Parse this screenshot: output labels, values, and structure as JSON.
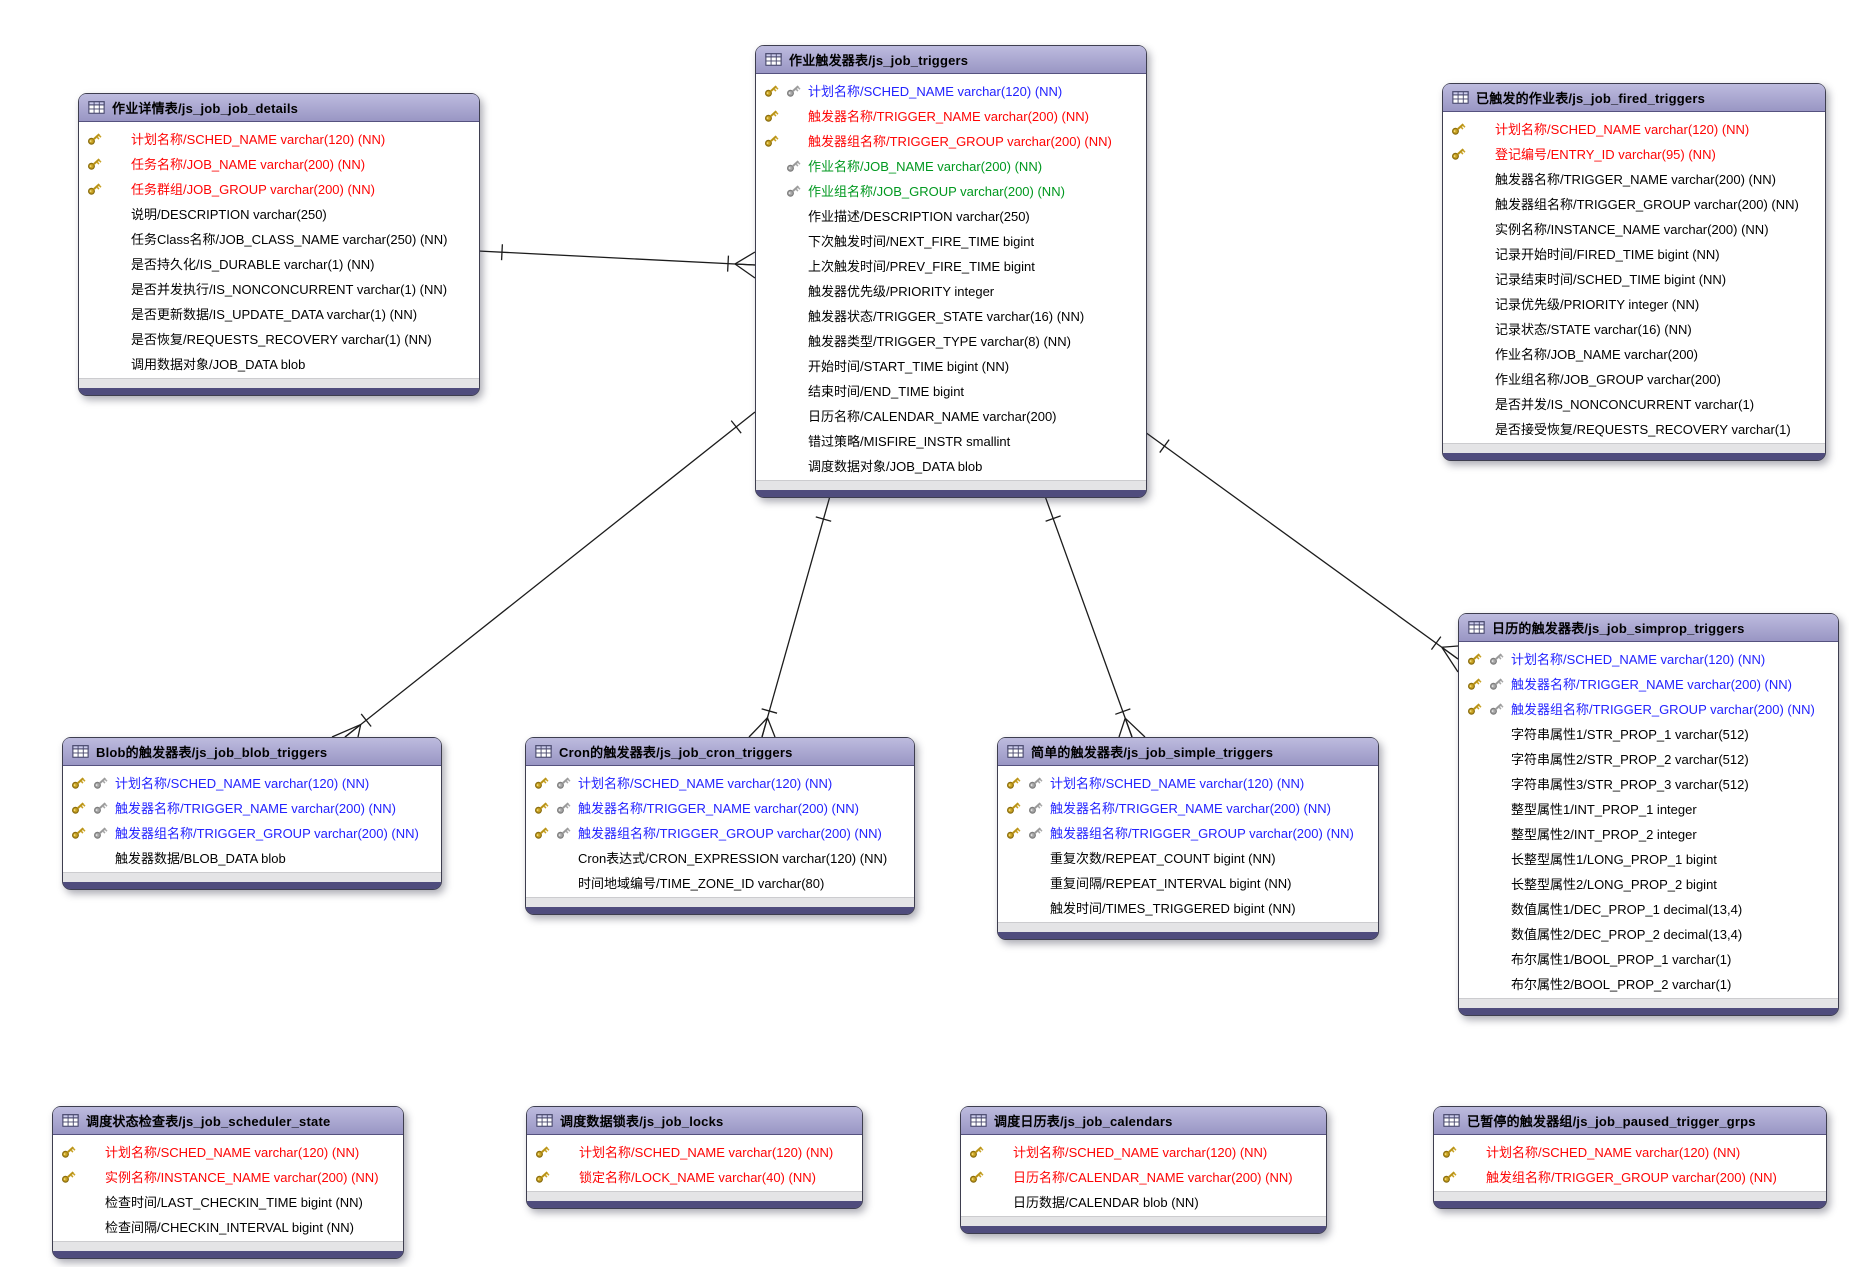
{
  "diagram": {
    "palette": {
      "header_fill_top": "#bdbbde",
      "header_fill_bottom": "#9996c4",
      "table_border": "#3e3e4f",
      "footer_bar": "#4f4c7d",
      "pk_text": "#fe0505",
      "pk_fk_text": "#2323ff",
      "fk_text": "#00981f",
      "regular_text": "#000000",
      "gold_key": "#c8a122",
      "silver_key": "#a6a6a6",
      "relation_line": "#1c1c1c"
    },
    "tables": [
      {
        "id": "job_details",
        "title": "作业详情表/js_job_job_details",
        "columns": [
          {
            "label": "计划名称/SCHED_NAME varchar(120) (NN)",
            "key": "pk"
          },
          {
            "label": "任务名称/JOB_NAME varchar(200) (NN)",
            "key": "pk"
          },
          {
            "label": "任务群组/JOB_GROUP varchar(200) (NN)",
            "key": "pk"
          },
          {
            "label": "说明/DESCRIPTION varchar(250)",
            "key": "none"
          },
          {
            "label": "任务Class名称/JOB_CLASS_NAME varchar(250) (NN)",
            "key": "none"
          },
          {
            "label": "是否持久化/IS_DURABLE varchar(1) (NN)",
            "key": "none"
          },
          {
            "label": "是否并发执行/IS_NONCONCURRENT varchar(1) (NN)",
            "key": "none"
          },
          {
            "label": "是否更新数据/IS_UPDATE_DATA varchar(1) (NN)",
            "key": "none"
          },
          {
            "label": "是否恢复/REQUESTS_RECOVERY varchar(1) (NN)",
            "key": "none"
          },
          {
            "label": "调用数据对象/JOB_DATA blob",
            "key": "none"
          }
        ]
      },
      {
        "id": "triggers",
        "title": "作业触发器表/js_job_triggers",
        "columns": [
          {
            "label": "计划名称/SCHED_NAME varchar(120) (NN)",
            "key": "pkfk"
          },
          {
            "label": "触发器名称/TRIGGER_NAME varchar(200) (NN)",
            "key": "pk"
          },
          {
            "label": "触发器组名称/TRIGGER_GROUP varchar(200) (NN)",
            "key": "pk"
          },
          {
            "label": "作业名称/JOB_NAME varchar(200) (NN)",
            "key": "fk"
          },
          {
            "label": "作业组名称/JOB_GROUP varchar(200) (NN)",
            "key": "fk"
          },
          {
            "label": "作业描述/DESCRIPTION varchar(250)",
            "key": "none"
          },
          {
            "label": "下次触发时间/NEXT_FIRE_TIME bigint",
            "key": "none"
          },
          {
            "label": "上次触发时间/PREV_FIRE_TIME bigint",
            "key": "none"
          },
          {
            "label": "触发器优先级/PRIORITY integer",
            "key": "none"
          },
          {
            "label": "触发器状态/TRIGGER_STATE varchar(16) (NN)",
            "key": "none"
          },
          {
            "label": "触发器类型/TRIGGER_TYPE varchar(8) (NN)",
            "key": "none"
          },
          {
            "label": "开始时间/START_TIME bigint (NN)",
            "key": "none"
          },
          {
            "label": "结束时间/END_TIME bigint",
            "key": "none"
          },
          {
            "label": "日历名称/CALENDAR_NAME varchar(200)",
            "key": "none"
          },
          {
            "label": "错过策略/MISFIRE_INSTR smallint",
            "key": "none"
          },
          {
            "label": "调度数据对象/JOB_DATA blob",
            "key": "none"
          }
        ]
      },
      {
        "id": "fired",
        "title": "已触发的作业表/js_job_fired_triggers",
        "columns": [
          {
            "label": "计划名称/SCHED_NAME varchar(120) (NN)",
            "key": "pk"
          },
          {
            "label": "登记编号/ENTRY_ID varchar(95) (NN)",
            "key": "pk"
          },
          {
            "label": "触发器名称/TRIGGER_NAME varchar(200) (NN)",
            "key": "none"
          },
          {
            "label": "触发器组名称/TRIGGER_GROUP varchar(200) (NN)",
            "key": "none"
          },
          {
            "label": "实例名称/INSTANCE_NAME varchar(200) (NN)",
            "key": "none"
          },
          {
            "label": "记录开始时间/FIRED_TIME bigint (NN)",
            "key": "none"
          },
          {
            "label": "记录结束时间/SCHED_TIME bigint (NN)",
            "key": "none"
          },
          {
            "label": "记录优先级/PRIORITY integer (NN)",
            "key": "none"
          },
          {
            "label": "记录状态/STATE varchar(16) (NN)",
            "key": "none"
          },
          {
            "label": "作业名称/JOB_NAME varchar(200)",
            "key": "none"
          },
          {
            "label": "作业组名称/JOB_GROUP varchar(200)",
            "key": "none"
          },
          {
            "label": "是否并发/IS_NONCONCURRENT varchar(1)",
            "key": "none"
          },
          {
            "label": "是否接受恢复/REQUESTS_RECOVERY varchar(1)",
            "key": "none"
          }
        ]
      },
      {
        "id": "blob",
        "title": "Blob的触发器表/js_job_blob_triggers",
        "columns": [
          {
            "label": "计划名称/SCHED_NAME varchar(120) (NN)",
            "key": "pkfk"
          },
          {
            "label": "触发器名称/TRIGGER_NAME varchar(200) (NN)",
            "key": "pkfk"
          },
          {
            "label": "触发器组名称/TRIGGER_GROUP varchar(200) (NN)",
            "key": "pkfk"
          },
          {
            "label": "触发器数据/BLOB_DATA blob",
            "key": "none"
          }
        ]
      },
      {
        "id": "cron",
        "title": "Cron的触发器表/js_job_cron_triggers",
        "columns": [
          {
            "label": "计划名称/SCHED_NAME varchar(120) (NN)",
            "key": "pkfk"
          },
          {
            "label": "触发器名称/TRIGGER_NAME varchar(200) (NN)",
            "key": "pkfk"
          },
          {
            "label": "触发器组名称/TRIGGER_GROUP varchar(200) (NN)",
            "key": "pkfk"
          },
          {
            "label": "Cron表达式/CRON_EXPRESSION varchar(120) (NN)",
            "key": "none"
          },
          {
            "label": "时间地域编号/TIME_ZONE_ID varchar(80)",
            "key": "none"
          }
        ]
      },
      {
        "id": "simple",
        "title": "简单的触发器表/js_job_simple_triggers",
        "columns": [
          {
            "label": "计划名称/SCHED_NAME varchar(120) (NN)",
            "key": "pkfk"
          },
          {
            "label": "触发器名称/TRIGGER_NAME varchar(200) (NN)",
            "key": "pkfk"
          },
          {
            "label": "触发器组名称/TRIGGER_GROUP varchar(200) (NN)",
            "key": "pkfk"
          },
          {
            "label": "重复次数/REPEAT_COUNT bigint (NN)",
            "key": "none"
          },
          {
            "label": "重复间隔/REPEAT_INTERVAL bigint (NN)",
            "key": "none"
          },
          {
            "label": "触发时间/TIMES_TRIGGERED bigint (NN)",
            "key": "none"
          }
        ]
      },
      {
        "id": "simprop",
        "title": "日历的触发器表/js_job_simprop_triggers",
        "columns": [
          {
            "label": "计划名称/SCHED_NAME varchar(120) (NN)",
            "key": "pkfk"
          },
          {
            "label": "触发器名称/TRIGGER_NAME varchar(200) (NN)",
            "key": "pkfk"
          },
          {
            "label": "触发器组名称/TRIGGER_GROUP varchar(200) (NN)",
            "key": "pkfk"
          },
          {
            "label": "字符串属性1/STR_PROP_1 varchar(512)",
            "key": "none"
          },
          {
            "label": "字符串属性2/STR_PROP_2 varchar(512)",
            "key": "none"
          },
          {
            "label": "字符串属性3/STR_PROP_3 varchar(512)",
            "key": "none"
          },
          {
            "label": "整型属性1/INT_PROP_1 integer",
            "key": "none"
          },
          {
            "label": "整型属性2/INT_PROP_2 integer",
            "key": "none"
          },
          {
            "label": "长整型属性1/LONG_PROP_1 bigint",
            "key": "none"
          },
          {
            "label": "长整型属性2/LONG_PROP_2 bigint",
            "key": "none"
          },
          {
            "label": "数值属性1/DEC_PROP_1 decimal(13,4)",
            "key": "none"
          },
          {
            "label": "数值属性2/DEC_PROP_2 decimal(13,4)",
            "key": "none"
          },
          {
            "label": "布尔属性1/BOOL_PROP_1 varchar(1)",
            "key": "none"
          },
          {
            "label": "布尔属性2/BOOL_PROP_2 varchar(1)",
            "key": "none"
          }
        ]
      },
      {
        "id": "state",
        "title": "调度状态检查表/js_job_scheduler_state",
        "columns": [
          {
            "label": "计划名称/SCHED_NAME varchar(120) (NN)",
            "key": "pk"
          },
          {
            "label": "实例名称/INSTANCE_NAME varchar(200) (NN)",
            "key": "pk"
          },
          {
            "label": "检查时间/LAST_CHECKIN_TIME bigint (NN)",
            "key": "none"
          },
          {
            "label": "检查间隔/CHECKIN_INTERVAL bigint (NN)",
            "key": "none"
          }
        ]
      },
      {
        "id": "locks",
        "title": "调度数据锁表/js_job_locks",
        "columns": [
          {
            "label": "计划名称/SCHED_NAME varchar(120) (NN)",
            "key": "pk"
          },
          {
            "label": "锁定名称/LOCK_NAME varchar(40) (NN)",
            "key": "pk"
          }
        ]
      },
      {
        "id": "calendars",
        "title": "调度日历表/js_job_calendars",
        "columns": [
          {
            "label": "计划名称/SCHED_NAME varchar(120) (NN)",
            "key": "pk"
          },
          {
            "label": "日历名称/CALENDAR_NAME varchar(200) (NN)",
            "key": "pk"
          },
          {
            "label": "日历数据/CALENDAR blob (NN)",
            "key": "none"
          }
        ]
      },
      {
        "id": "paused",
        "title": "已暂停的触发器组/js_job_paused_trigger_grps",
        "columns": [
          {
            "label": "计划名称/SCHED_NAME varchar(120) (NN)",
            "key": "pk"
          },
          {
            "label": "触发组名称/TRIGGER_GROUP varchar(200) (NN)",
            "key": "pk"
          }
        ]
      }
    ],
    "relations": [
      {
        "id": "r1",
        "from": "job_details",
        "to": "triggers",
        "cardinality": "one-to-many"
      },
      {
        "id": "r2",
        "from": "triggers",
        "to": "blob",
        "cardinality": "one-to-many"
      },
      {
        "id": "r3",
        "from": "triggers",
        "to": "cron",
        "cardinality": "one-to-many"
      },
      {
        "id": "r4",
        "from": "triggers",
        "to": "simple",
        "cardinality": "one-to-many"
      },
      {
        "id": "r5",
        "from": "triggers",
        "to": "simprop",
        "cardinality": "one-to-many"
      }
    ]
  }
}
